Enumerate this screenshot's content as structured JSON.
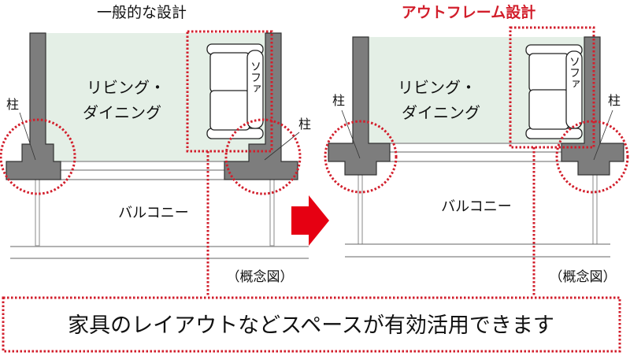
{
  "left": {
    "title": "一般的な設計",
    "room_line1": "リビング・",
    "room_line2": "ダイニング",
    "sofa": "ソファ",
    "column_label": "柱",
    "balcony": "バルコニー",
    "note": "（概念図）"
  },
  "right": {
    "title": "アウトフレーム設計",
    "room_line1": "リビング・",
    "room_line2": "ダイニング",
    "sofa": "ソファ",
    "column_label": "柱",
    "balcony": "バルコニー",
    "note": "（概念図）"
  },
  "caption": "家具のレイアウトなどスペースが有効活用できます",
  "colors": {
    "accent": "#d21e2b",
    "room": "#e4efe6",
    "wall": "#7d7d7d"
  }
}
